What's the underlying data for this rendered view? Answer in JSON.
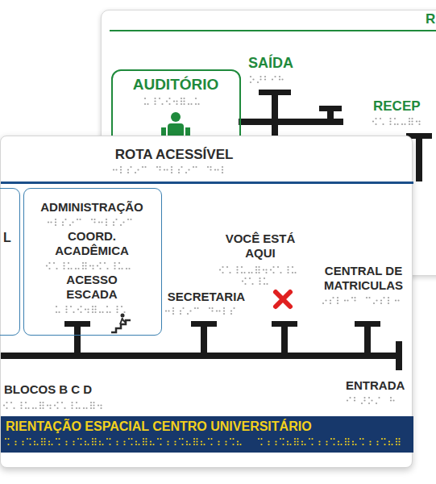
{
  "diagram": {
    "nodes": [
      {
        "text": [
          "R",
          "SAÍDA",
          "RECEP"
        ]
      },
      {
        "text": [
          "AUDITÓRIO"
        ],
        "in": 0
      },
      {
        "text": [
          "ROTA ACESSÍVEL",
          "VOCÊ ESTÁ AQUI",
          "SECRETARIA",
          "CENTRAL DE MATRICULAS",
          "BLOCOS B C D",
          "ENTRADA"
        ]
      },
      {
        "text": [
          "L"
        ],
        "in": 2
      },
      {
        "text": [
          "ADMINISTRAÇÃO",
          "COORD. ACADÊMICA",
          "ACESSO ESCADA"
        ],
        "in": 2
      },
      {
        "text": [
          "RIENTAÇÃO ESPACIAL CENTRO UNIVERSITÁRIO"
        ],
        "in": 2
      }
    ]
  }
}
